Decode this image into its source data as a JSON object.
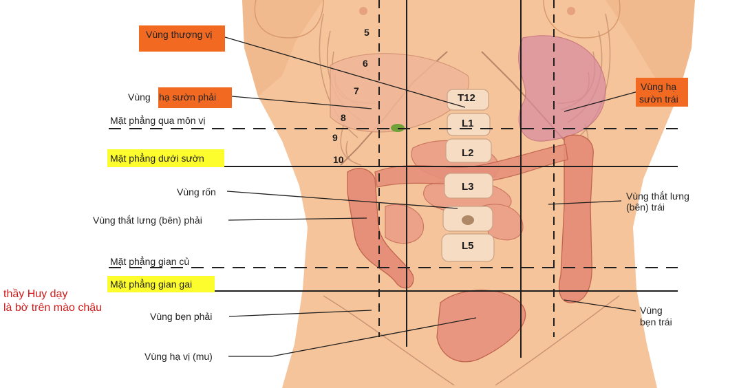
{
  "colors": {
    "skin": "#f6c49a",
    "skin_light": "#fad6b2",
    "organ": "#e9947f",
    "organ_dark": "#c8705e",
    "orange_highlight": "#f26a22",
    "yellow_highlight": "#fdfc2c",
    "line": "#222222",
    "note_red": "#d01818"
  },
  "labels": {
    "epigastric": "Vùng thượng vị",
    "right_hypo_prefix": "Vùng ",
    "right_hypo_high": "hạ sườn phải",
    "left_hypo_line1": "Vùng hạ",
    "left_hypo_line2": "sườn trái",
    "transpyloric": "Mặt phẳng qua môn vị",
    "subcostal": "Mặt phẳng dưới sườn",
    "umbilical": "Vùng rốn",
    "right_lumbar": "Vùng thắt lưng (bên) phải",
    "left_lumbar_line1": "Vùng thắt lưng",
    "left_lumbar_line2": "(bên) trái",
    "intertubercular": "Mặt phẳng gian củ",
    "interspinous": "Mặt phẳng gian gai",
    "right_inguinal": "Vùng bẹn phải",
    "left_inguinal_line1": "Vùng",
    "left_inguinal_line2": "bẹn trái",
    "hypogastric": "Vùng hạ vị (mu)"
  },
  "note": {
    "line1": "thầy Huy dạy",
    "line2": "là bờ trên mào chậu"
  },
  "ribs": [
    "5",
    "6",
    "7",
    "8",
    "9",
    "10"
  ],
  "vertebrae": [
    "T12",
    "L1",
    "L2",
    "L3",
    "L5"
  ]
}
